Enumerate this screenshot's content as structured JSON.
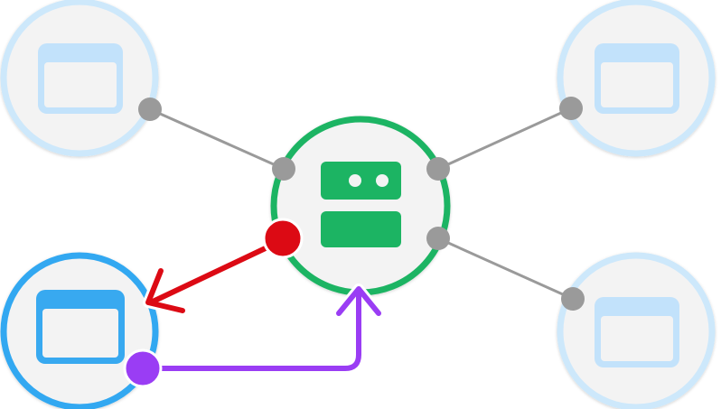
{
  "diagram": {
    "server": {
      "state": "central",
      "ring_color": "#1db463",
      "icon": "server-icon"
    },
    "clients": [
      {
        "id": "top-left",
        "state": "inactive",
        "icon": "browser-window-icon"
      },
      {
        "id": "top-right",
        "state": "inactive",
        "icon": "browser-window-icon"
      },
      {
        "id": "bottom-left",
        "state": "active",
        "icon": "browser-window-icon"
      },
      {
        "id": "bottom-right",
        "state": "inactive",
        "icon": "browser-window-icon"
      }
    ],
    "flows": [
      {
        "from": "bottom-left",
        "to": "server",
        "color": "#9a3df4",
        "name": "request-arrow"
      },
      {
        "from": "server",
        "to": "bottom-left",
        "color": "#dc0a14",
        "name": "response-arrow"
      }
    ],
    "colors": {
      "inactive_ring": "#cde8fb",
      "inactive_window": "#c2e2fb",
      "active_ring": "#33a8f1",
      "active_window": "#37a9f0",
      "connector": "#9a9a9a",
      "node_fill": "#f3f3f3"
    }
  }
}
